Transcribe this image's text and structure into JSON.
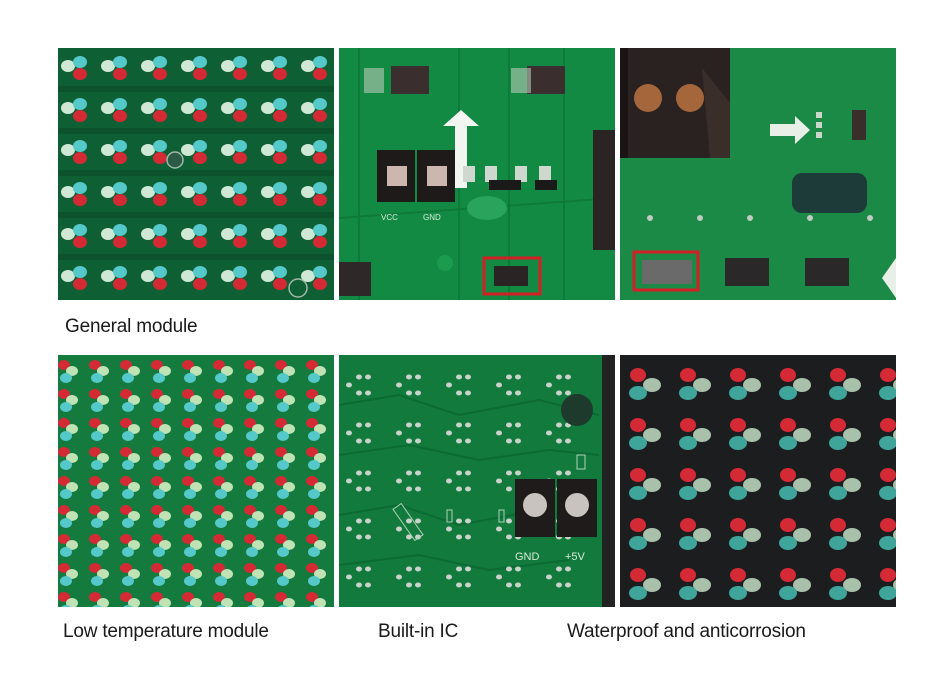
{
  "figure": {
    "panels": [
      {
        "id": "general",
        "caption": "General module",
        "description": "Green PCB with rows of red, cyan and white LED lamps"
      },
      {
        "id": "circuit",
        "caption": "",
        "description": "Green PCB back side with ICs, up arrow, VCC/GND screw terminal and red highlighted chip",
        "labels": [
          "VCC",
          "GND"
        ]
      },
      {
        "id": "corrosion",
        "caption": "",
        "description": "Green PCB with copper screw terminal, right arrow, capacitor and red highlighted corroded chip"
      },
      {
        "id": "low-temp",
        "caption": "Low temperature module",
        "description": "Dense green PCB with red, cyan and pale green LED lamps"
      },
      {
        "id": "builtin-ic",
        "caption": "Built-in IC",
        "description": "Green PCB with solder pads and GND/+5V screw terminal",
        "labels": [
          "GND",
          "+5V"
        ]
      },
      {
        "id": "waterproof",
        "caption": "Waterproof and anticorrosion",
        "description": "Black potted board with red, cyan and white LED lamps"
      }
    ]
  },
  "colors": {
    "pcb_green": "#0f6b3a",
    "led_red": "#d42a36",
    "led_cyan": "#55c9c9",
    "led_white": "#cfe8d6",
    "highlight_red": "#d32027",
    "potting_black": "#1c1d1f"
  }
}
